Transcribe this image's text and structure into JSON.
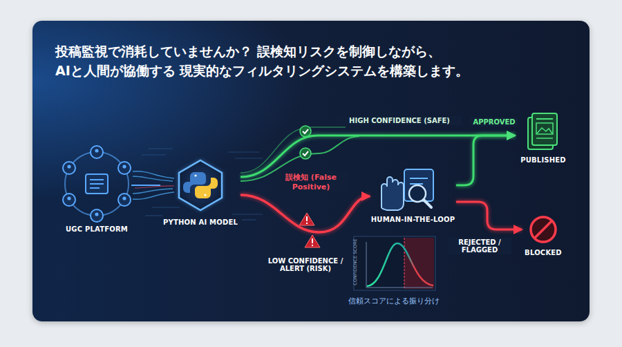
{
  "diagram": {
    "title": "投稿監視で消耗していませんか？ 誤検知リスクを制御しながら、AIと人間が協働する 現実的なフィルタリングシステムを構築します。",
    "nodes": [
      {
        "text": [
          "UGC PLATFORM"
        ]
      },
      {
        "text": [
          "PYTHON AI MODEL"
        ]
      },
      {
        "text": [
          "HUMAN-IN-THE-LOOP"
        ]
      },
      {
        "text": [
          "PUBLISHED"
        ]
      },
      {
        "text": [
          "BLOCKED"
        ]
      }
    ],
    "edges": [
      {
        "from": 0,
        "to": 1,
        "arrow": "none"
      },
      {
        "from": 1,
        "to": 3,
        "label": "HIGH CONFIDENCE (SAFE)",
        "arrow": "to"
      },
      {
        "from": 1,
        "to": 2,
        "label": "誤検知 (False Positive)",
        "arrow": "to"
      },
      {
        "from": 2,
        "to": 3,
        "label": "APPROVED",
        "arrow": "to"
      },
      {
        "from": 2,
        "to": 4,
        "label": "REJECTED / FLAGGED",
        "arrow": "to"
      }
    ],
    "labels": [
      "LOW CONFIDENCE / ALERT (RISK)",
      "CONFIDENCE SCORE",
      "信頼スコアによる振り分け"
    ]
  }
}
